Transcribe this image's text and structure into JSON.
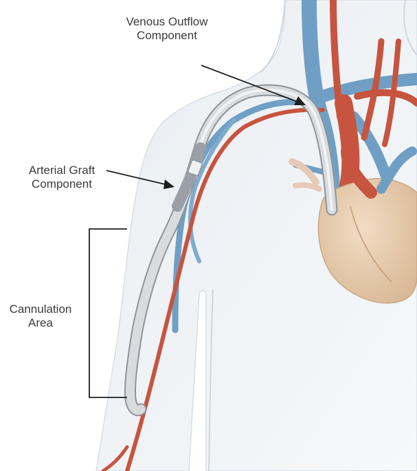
{
  "labels": {
    "venous_outflow": {
      "line1": "Venous Outflow",
      "line2": "Component"
    },
    "arterial_graft": {
      "line1": "Arterial Graft",
      "line2": "Component"
    },
    "cannulation": {
      "line1": "Cannulation",
      "line2": "Area"
    }
  },
  "colors": {
    "background": "#ffffff",
    "skin": "#dfe6ec",
    "skin_shadow": "#c8d1d9",
    "vein": "#6f9fc4",
    "artery": "#c7543f",
    "heart": "#e7cdb1",
    "graft": "#c3c6c9",
    "annotation": "#1f1f1f",
    "text": "#3a3a3a"
  }
}
